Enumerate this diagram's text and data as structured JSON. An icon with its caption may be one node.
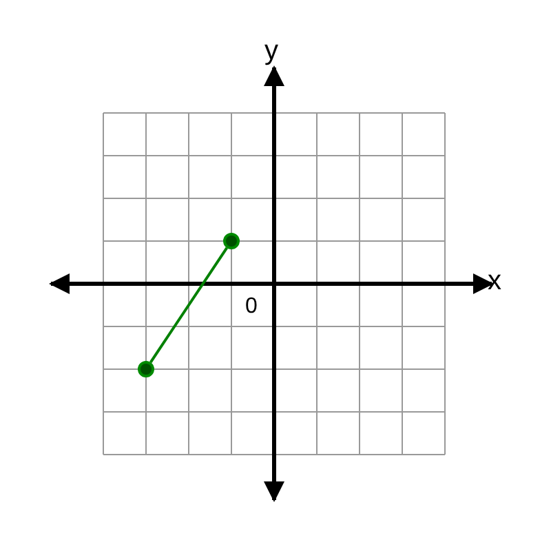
{
  "diagram": {
    "nodes": [
      {
        "text": [],
        "shape": "circle"
      },
      {
        "text": [],
        "shape": "circle"
      }
    ],
    "edges": [
      {
        "from": 0,
        "to": 1,
        "arrow": "none",
        "color": "#008000"
      }
    ],
    "labels": [
      "y",
      "x",
      "0"
    ]
  }
}
